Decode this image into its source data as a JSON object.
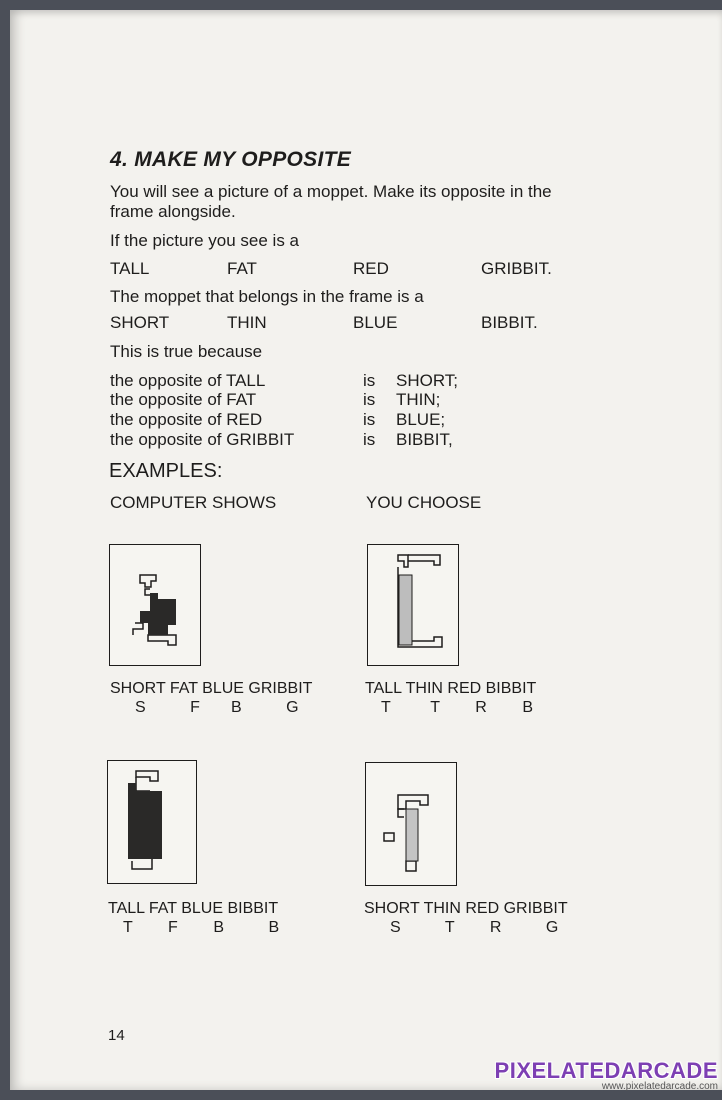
{
  "section_title": "4. MAKE MY OPPOSITE",
  "intro_line1": "You will see a picture of a moppet. Make its opposite in the",
  "intro_line2": "frame alongside.",
  "if_picture": "If the picture you see is a",
  "row1": [
    "TALL",
    "FAT",
    "RED",
    "GRIBBIT."
  ],
  "moppet_belongs": "The moppet that belongs in the frame is a",
  "row2": [
    "SHORT",
    "THIN",
    "BLUE",
    "BIBBIT."
  ],
  "true_because": "This is true because",
  "opposites": [
    {
      "left": "the opposite of TALL",
      "is": "is",
      "right": "SHORT;"
    },
    {
      "left": "the opposite of FAT",
      "is": "is",
      "right": "THIN;"
    },
    {
      "left": "the opposite of RED",
      "is": "is",
      "right": "BLUE;"
    },
    {
      "left": "the opposite of GRIBBIT",
      "is": "is",
      "right": "BIBBIT,"
    }
  ],
  "examples_heading": "EXAMPLES:",
  "computer_shows": "COMPUTER SHOWS",
  "you_choose": "YOU CHOOSE",
  "examples": [
    {
      "words": "SHORT  FAT BLUE GRIBBIT",
      "letters": "S          F       B          G"
    },
    {
      "words": "TALL THIN  RED BIBBIT",
      "letters": "T         T        R        B"
    },
    {
      "words": "TALL   FAT  BLUE  BIBBIT",
      "letters": "T        F        B          B"
    },
    {
      "words": "SHORT THIN RED GRIBBIT",
      "letters": "S          T        R          G"
    }
  ],
  "page_number": "14",
  "watermark": "PIXELATEDARCADE",
  "watermark_url": "www.pixelatedarcade.com"
}
